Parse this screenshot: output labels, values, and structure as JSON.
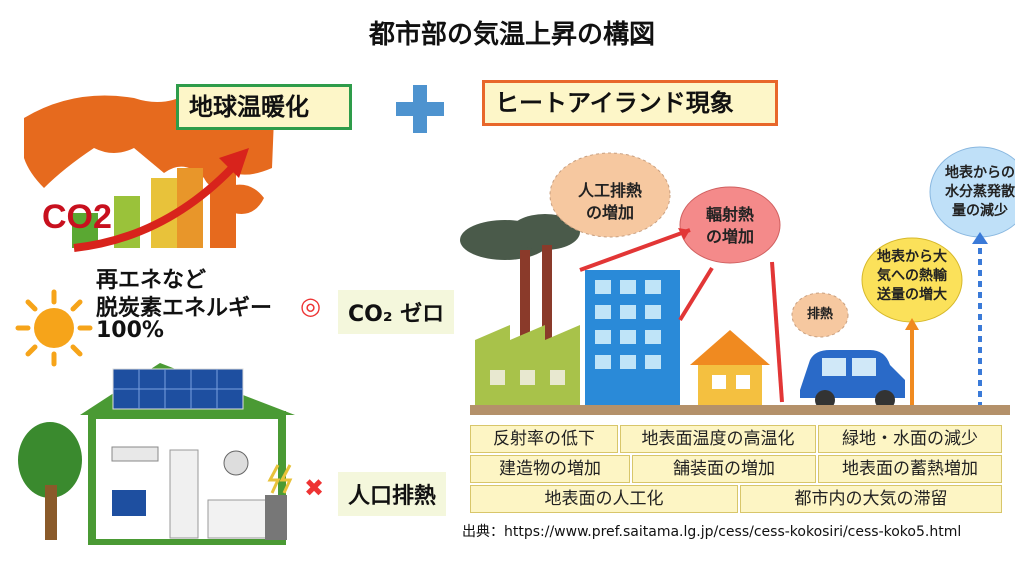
{
  "title": "都市部の気温上昇の構図",
  "left": {
    "global_warming_label": "地球温暖化",
    "co2_icon_text": "CO2",
    "renewable_text": [
      "再エネなど",
      "脱炭素エネルギー",
      "100%"
    ],
    "co2_zero_symbol": "◎",
    "co2_zero_text": "CO₂ ゼロ",
    "waste_heat_symbol": "✖",
    "waste_heat_text": "人口排熱"
  },
  "right": {
    "heat_island_label": "ヒートアイランド現象",
    "clouds": {
      "artificial_heat": [
        "人工排熱",
        "の増加"
      ],
      "radiant_heat": [
        "輻射熱",
        "の増加"
      ],
      "exhaust": [
        "排熱"
      ],
      "heat_transport": [
        "地表から大",
        "気への熱輸",
        "送量の増大"
      ],
      "evaporation": [
        "地表からの",
        "水分蒸発散",
        "量の減少"
      ]
    },
    "causes_table": [
      [
        "反射率の低下",
        "地表面温度の高温化",
        "緑地・水面の減少"
      ],
      [
        "建造物の増加",
        "舗装面の増加",
        "地表面の蓄熱増加"
      ],
      [
        "地表面の人工化",
        "都市内の大気の滞留"
      ]
    ]
  },
  "source": "出典：https://www.pref.saitama.lg.jp/cess/cess-kokosiri/cess-koko5.html"
}
